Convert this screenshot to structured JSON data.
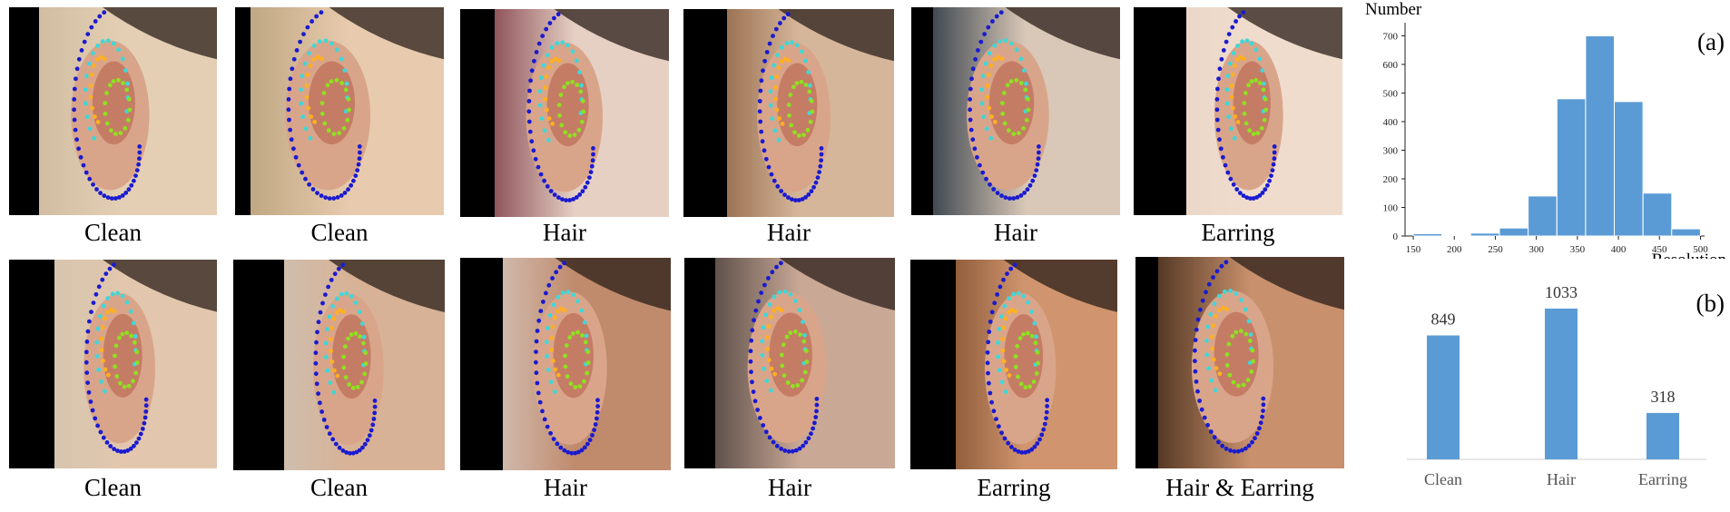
{
  "samples": [
    {
      "caption": "Clean"
    },
    {
      "caption": "Clean"
    },
    {
      "caption": "Hair"
    },
    {
      "caption": "Hair"
    },
    {
      "caption": "Hair"
    },
    {
      "caption": "Earring"
    },
    {
      "caption": "Clean"
    },
    {
      "caption": "Clean"
    },
    {
      "caption": "Hair"
    },
    {
      "caption": "Hair"
    },
    {
      "caption": "Earring"
    },
    {
      "caption": "Hair & Earring"
    }
  ],
  "colors": {
    "bar": "#5b9bd5",
    "landmark_outer": "#1a1ad0",
    "landmark_inner": "#3fd8d8",
    "landmark_helix": "#ffb020",
    "landmark_concha": "#90e020",
    "skin": "#d9a58a",
    "ear_shadow": "#b8604c"
  },
  "chart_data": [
    {
      "type": "bar",
      "panel_label": "(a)",
      "title": "",
      "ylabel": "Number",
      "xlabel": "Resolution",
      "bin_edges": [
        150,
        185,
        220,
        255,
        290,
        325,
        360,
        395,
        430,
        465,
        500
      ],
      "values": [
        8,
        3,
        10,
        28,
        140,
        480,
        700,
        470,
        150,
        25
      ],
      "xticks": [
        150,
        200,
        250,
        300,
        350,
        400,
        450,
        500
      ],
      "yticks": [
        0,
        100,
        200,
        300,
        400,
        500,
        600,
        700
      ],
      "xlim": [
        140,
        505
      ],
      "ylim": [
        0,
        730
      ]
    },
    {
      "type": "bar",
      "panel_label": "(b)",
      "title": "",
      "categories": [
        "Clean",
        "Hair",
        "Earring"
      ],
      "values": [
        849,
        1033,
        318
      ],
      "data_labels": [
        "849",
        "1033",
        "318"
      ],
      "ylim": [
        0,
        1250
      ]
    }
  ]
}
